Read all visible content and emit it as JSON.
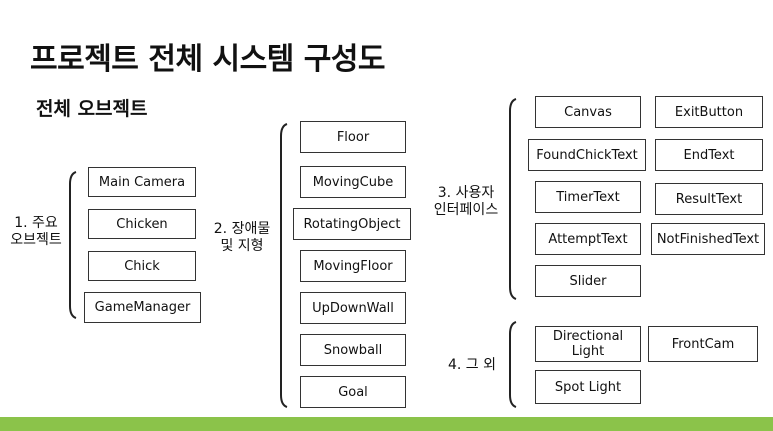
{
  "title": "프로젝트 전체 시스템 구성도",
  "subtitle": "전체 오브젝트",
  "groups": [
    {
      "label": "1. 주요\n오브젝트",
      "items": [
        "Main Camera",
        "Chicken",
        "Chick",
        "GameManager"
      ]
    },
    {
      "label": "2. 장애물\n및 지형",
      "items": [
        "Floor",
        "MovingCube",
        "RotatingObject",
        "MovingFloor",
        "UpDownWall",
        "Snowball",
        "Goal"
      ]
    },
    {
      "label": "3. 사용자\n인터페이스",
      "items": [
        "Canvas",
        "ExitButton",
        "FoundChickText",
        "EndText",
        "TimerText",
        "ResultText",
        "AttemptText",
        "NotFinishedText",
        "Slider"
      ]
    },
    {
      "label": "4. 그 외",
      "items": [
        "Directional Light",
        "FrontCam",
        "Spot Light"
      ]
    }
  ],
  "colors": {
    "footer": "#8bc34a",
    "border": "#333333"
  }
}
